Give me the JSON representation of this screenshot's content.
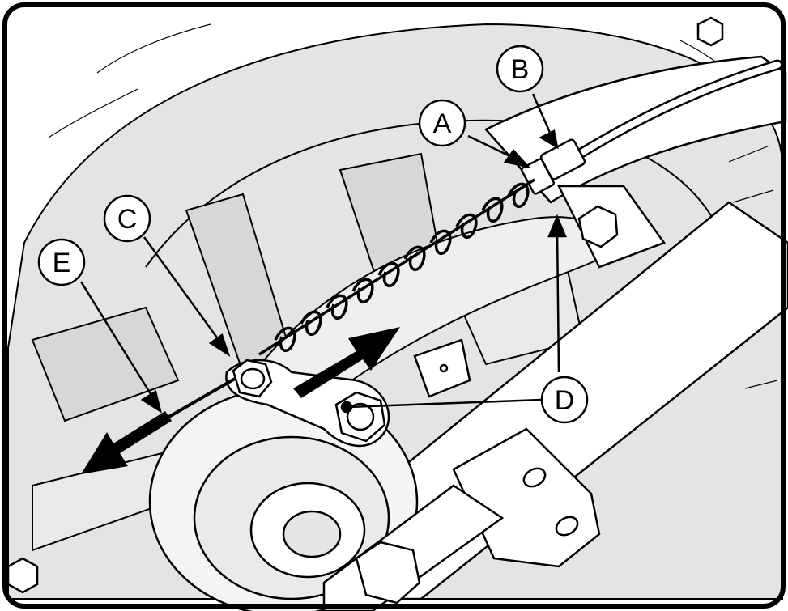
{
  "diagram": {
    "callouts": [
      {
        "id": "A",
        "label": "A"
      },
      {
        "id": "B",
        "label": "B"
      },
      {
        "id": "C",
        "label": "C"
      },
      {
        "id": "D",
        "label": "D"
      },
      {
        "id": "E",
        "label": "E"
      }
    ],
    "colors": {
      "outline": "#000000",
      "tire": "#e4e4e4",
      "part_fill": "#ffffff",
      "callout_fill": "#ffffff"
    }
  }
}
